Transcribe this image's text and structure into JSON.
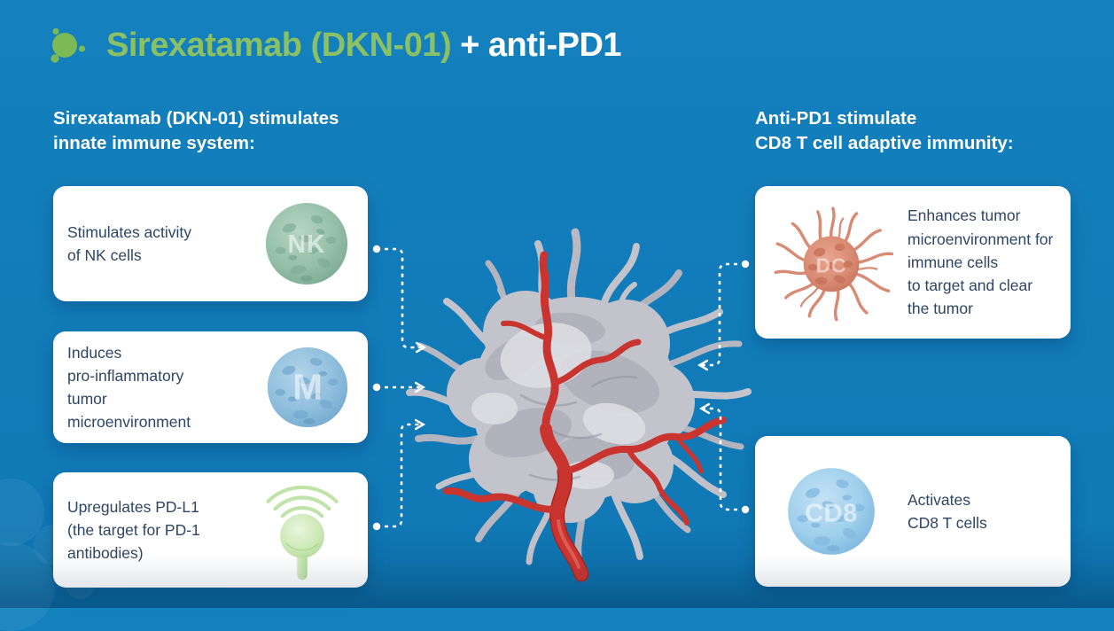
{
  "title": {
    "drug_name": "Sirexatamab (DKN-01)",
    "suffix": "+ anti-PD1"
  },
  "left_section": {
    "heading": "Sirexatamab (DKN-01) stimulates\ninnate immune system:",
    "cards": [
      {
        "text": "Stimulates activity\nof NK cells",
        "cell": "NK"
      },
      {
        "text": "Induces\npro-inflammatory\ntumor\nmicroenvironment",
        "cell": "M"
      },
      {
        "text": "Upregulates PD-L1\n(the target for PD-1\nantibodies)",
        "cell": ""
      }
    ]
  },
  "right_section": {
    "heading": "Anti-PD1 stimulate\nCD8 T cell adaptive immunity:",
    "cards": [
      {
        "text": "Enhances tumor\nmicroenvironment for\nimmune cells\nto target and clear\nthe tumor",
        "cell": "DC"
      },
      {
        "text": "Activates\nCD8 T cells",
        "cell": "CD8"
      }
    ]
  },
  "icons": {
    "logo": "cell-cluster-icon",
    "pdl1": "pdl1-receptor-signal-icon",
    "center": "tumor-with-vessels-illustration",
    "connectors": "dashed-arrow-connectors"
  },
  "colors": {
    "background": "#1480BE",
    "accent_green": "#8CC163",
    "card_text": "#2D4663",
    "heading_text": "#FFFFFF",
    "card_bg": "#FFFFFF",
    "arrow": "#FFFFFF",
    "tumor_gray": "#C3C3CC",
    "vessel_red": "#C9352E",
    "nk_green": "#94BFA8",
    "macrophage_blue": "#8FBEDD",
    "dc_salmon": "#D98A72",
    "cd8_blue": "#9ECFEC",
    "pdl1_green": "#CBE8B4"
  }
}
